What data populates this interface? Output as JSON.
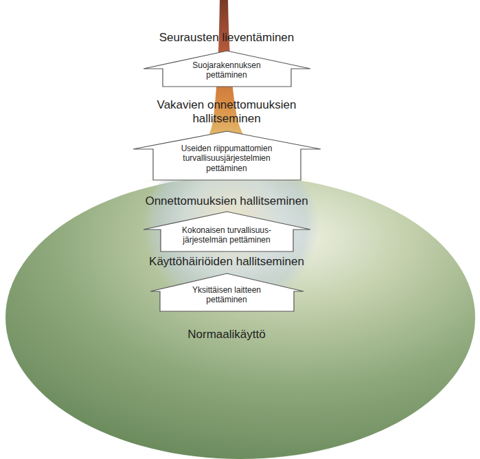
{
  "diagram": {
    "nodes": [
      {
        "text": [
          "Suojarakennuksen pettäminen"
        ]
      },
      {
        "text": [
          "Useiden riippumattomien turvallisuusjärjestelmien pettäminen"
        ]
      },
      {
        "text": [
          "Kokonaisen turvallisuus- järjestelmän pettäminen"
        ]
      },
      {
        "text": [
          "Yksittäisen laitteen pettäminen"
        ]
      }
    ],
    "labels": [
      "Seurausten lieventäminen",
      "Vakavien onnettomuuksien hallitseminen",
      "Onnettomuuksien hallitseminen",
      "Käyttöhäiriöiden hallitseminen",
      "Normaalikäyttö"
    ]
  }
}
